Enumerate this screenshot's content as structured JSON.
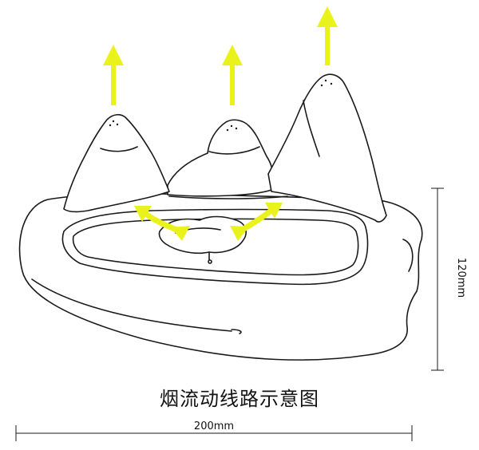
{
  "caption": "烟流动线路示意图",
  "dimensions": {
    "width_label": "200mm",
    "height_label": "120mm"
  },
  "colors": {
    "arrow": "#e9f21a",
    "outline": "#1a1a1a",
    "background": "#ffffff"
  }
}
